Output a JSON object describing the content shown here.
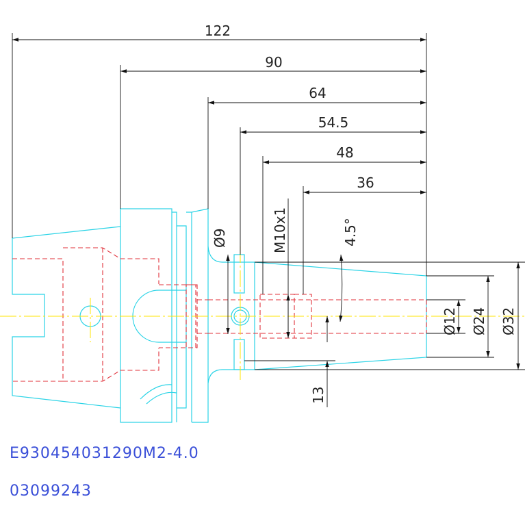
{
  "dimensions": {
    "overall_length": "122",
    "length_90": "90",
    "length_64": "64",
    "length_54_5": "54.5",
    "length_48": "48",
    "length_36": "36",
    "thread": "M10x1",
    "bore_dia_9": "Ø9",
    "angle": "4.5°",
    "offset_13": "13",
    "dia_12": "Ø12",
    "dia_24": "Ø24",
    "dia_32": "Ø32"
  },
  "codes": {
    "part_number": "E930454031290M2-4.0",
    "item_number": "03099243"
  },
  "colors": {
    "part_outline": "#29d3e6",
    "hidden_lines": "#e0303a",
    "centerline": "#ffe500",
    "dimension_lines": "#111111",
    "code_text": "#3a4fd8"
  }
}
